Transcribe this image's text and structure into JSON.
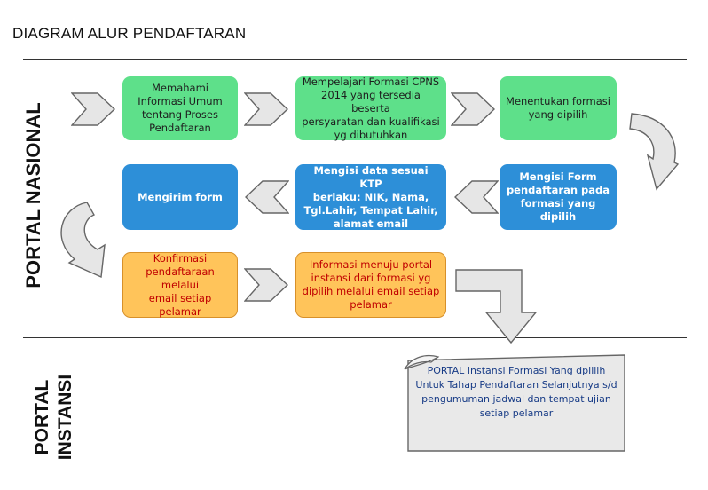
{
  "title": "DIAGRAM ALUR PENDAFTARAN",
  "sections": {
    "nasional": "PORTAL NASIONAL",
    "instansi_line1": "PORTAL",
    "instansi_line2": "INSTANSI"
  },
  "steps": {
    "s1": "Memahami\nInformasi Umum\ntentang Proses\nPendaftaran",
    "s2": "Mempelajari Formasi CPNS\n2014 yang tersedia beserta\npersyaratan dan kualifikasi\nyg dibutuhkan",
    "s3": "Menentukan formasi\nyang dipilih",
    "s4": "Mengisi Form\npendaftaran pada\nformasi yang dipilih",
    "s5": "Mengisi data sesuai KTP\nberlaku: NIK, Nama,\nTgl.Lahir, Tempat Lahir,\nalamat email",
    "s6": "Mengirim form",
    "s7": "Konfirmasi\npendaftaraan melalui\nemail setiap pelamar",
    "s8": "Informasi menuju portal\ninstansi dari formasi yg\ndipilih melalui email  setiap\npelamar"
  },
  "note": "PORTAL Instansi Formasi Yang  dpiilih\nUntuk Tahap Pendaftaran Selanjutnya s/d\npengumuman jadwal dan tempat ujian\nsetiap pelamar",
  "colors": {
    "green": "#5ee08a",
    "blue": "#2d8fd8",
    "orange": "#ffc45a",
    "arrow_fill": "#e6e6e6",
    "arrow_stroke": "#666666",
    "note_text": "#173b86"
  }
}
